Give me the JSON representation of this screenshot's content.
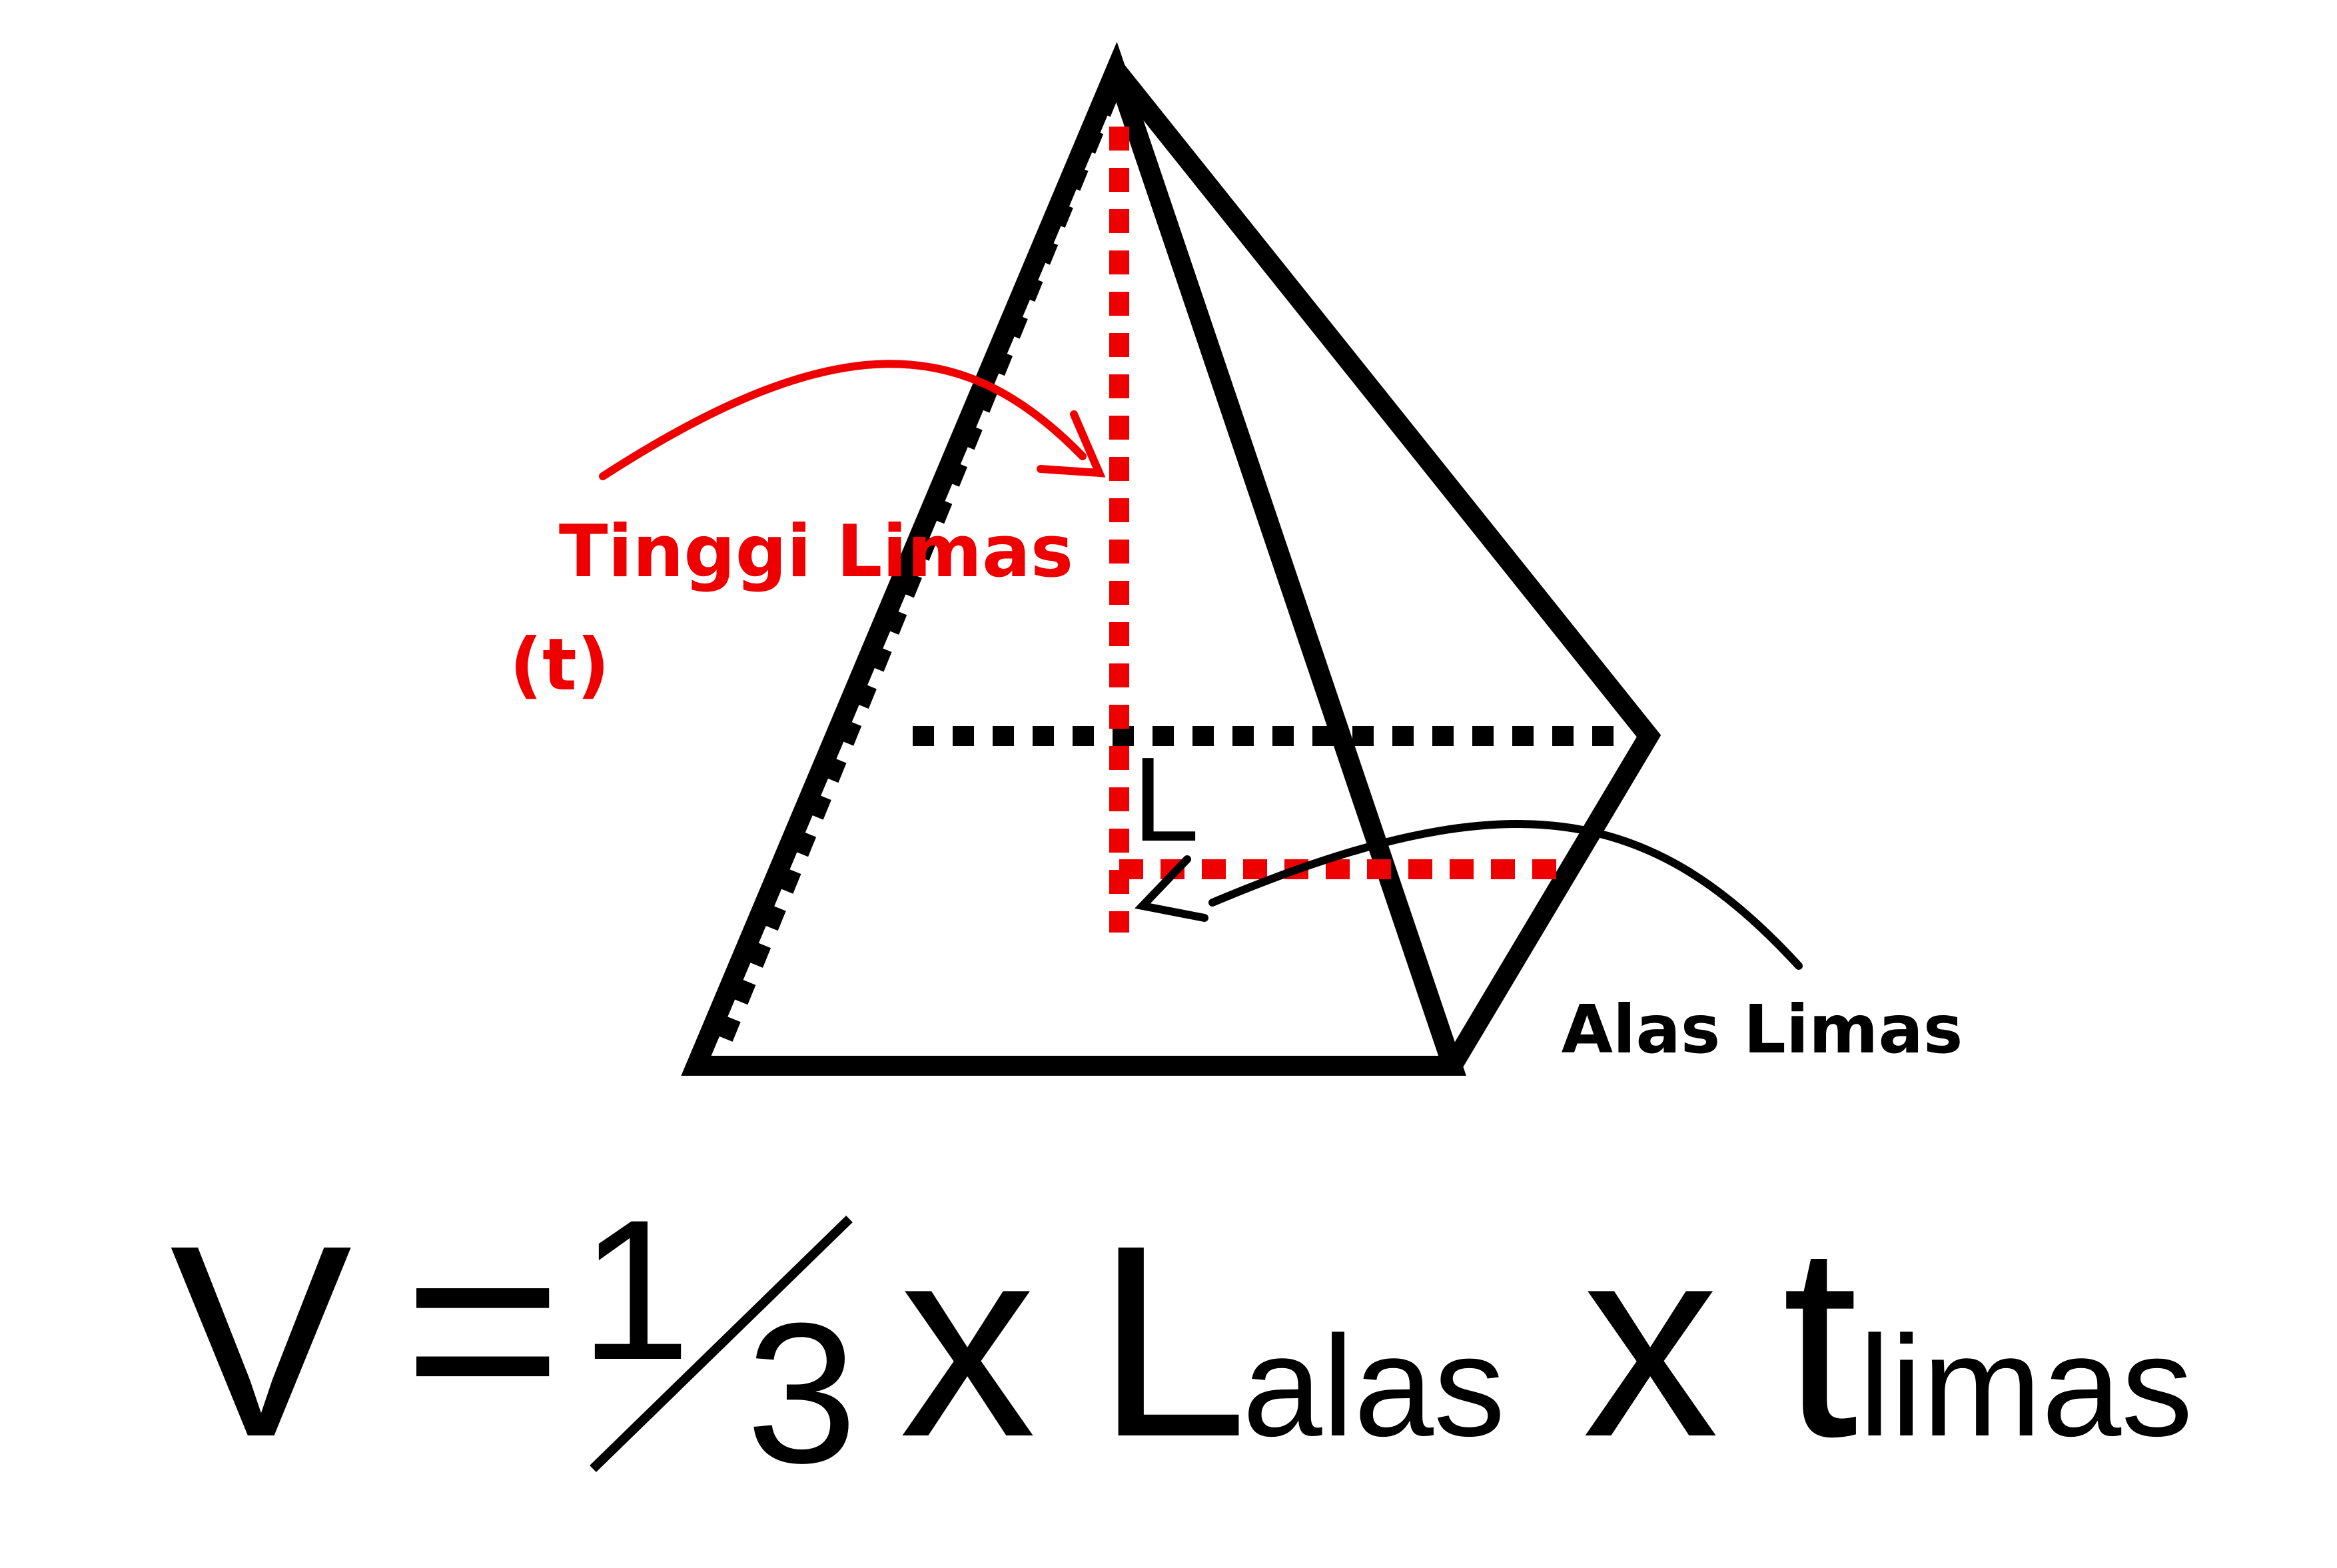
{
  "colors": {
    "ink": "#000000",
    "highlight": "#ee0000"
  },
  "labels": {
    "height_title": "Tinggi Limas",
    "height_symbol": "(t)",
    "base_title": "Alas Limas",
    "base_area_mark": "L"
  },
  "formula": {
    "volume": "V",
    "equals": "=",
    "frac_numerator": "1",
    "frac_denominator": "3",
    "times_1": "x",
    "area_symbol": "L",
    "area_subscript": "alas",
    "times_2": "x",
    "height_symbol": "t",
    "height_subscript": "limas"
  }
}
